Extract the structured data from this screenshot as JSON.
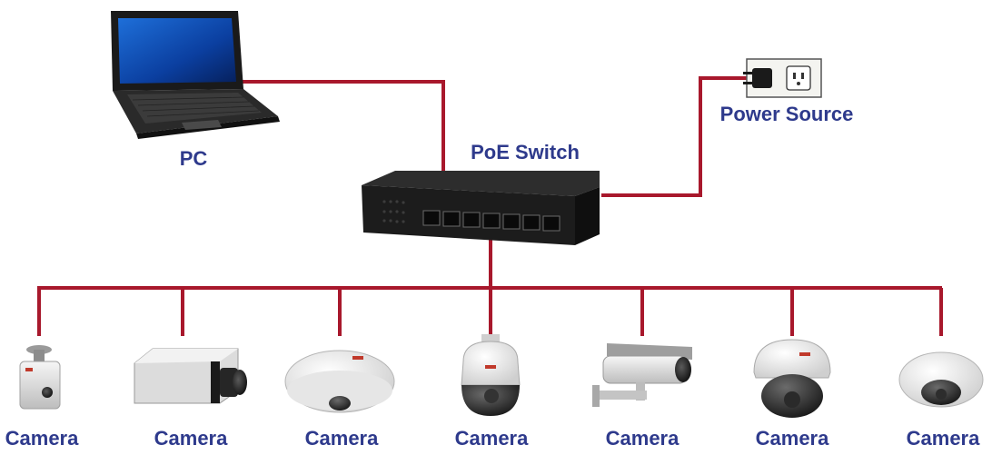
{
  "labels": {
    "pc": "PC",
    "switch": "PoE Switch",
    "power": "Power Source",
    "camera": "Camera"
  },
  "cameras": [
    {
      "kind": "cube"
    },
    {
      "kind": "box"
    },
    {
      "kind": "fisheye"
    },
    {
      "kind": "speed-dome"
    },
    {
      "kind": "bullet"
    },
    {
      "kind": "dome"
    },
    {
      "kind": "mini-dome"
    }
  ],
  "colors": {
    "wire": "#a8182c",
    "label": "#2e3a8c"
  }
}
